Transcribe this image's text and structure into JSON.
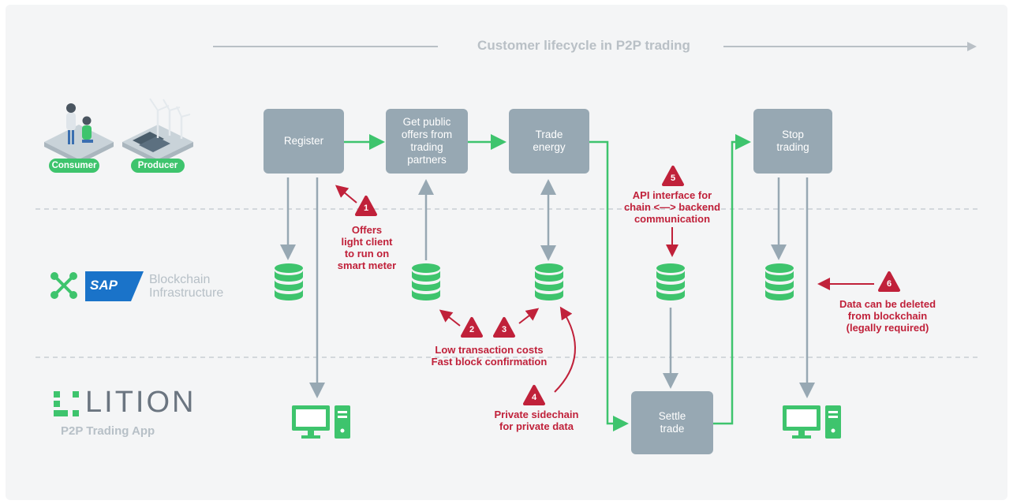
{
  "header": {
    "title": "Customer lifecycle in P2P trading"
  },
  "actors": {
    "consumer": "Consumer",
    "producer": "Producer"
  },
  "lanes": {
    "blockchain_label": "Blockchain\nInfrastructure",
    "sap_logo_text": "SAP",
    "app_brand": "LITION",
    "app_label": "P2P Trading App"
  },
  "steps": {
    "register": "Register",
    "get_offers": "Get public\noffers from\ntrading\npartners",
    "trade": "Trade\nenergy",
    "settle": "Settle\ntrade",
    "stop": "Stop\ntrading"
  },
  "annotations": {
    "a1": {
      "num": "1",
      "text": "Offers\nlight client\nto run on\nsmart meter"
    },
    "a2": {
      "num": "2"
    },
    "a3": {
      "num": "3"
    },
    "a23_text": "Low transaction costs\nFast block confirmation",
    "a4": {
      "num": "4",
      "text": "Private sidechain\nfor private data"
    },
    "a5": {
      "num": "5",
      "text": "API interface for\nchain <—> backend\ncommunication"
    },
    "a6": {
      "num": "6",
      "text": "Data can be deleted\nfrom blockchain\n(legally required)"
    }
  },
  "colors": {
    "accent_green": "#3ec46d",
    "step_box": "#97a8b3",
    "alert_red": "#c0213a",
    "connector_gray": "#97a8b3"
  }
}
